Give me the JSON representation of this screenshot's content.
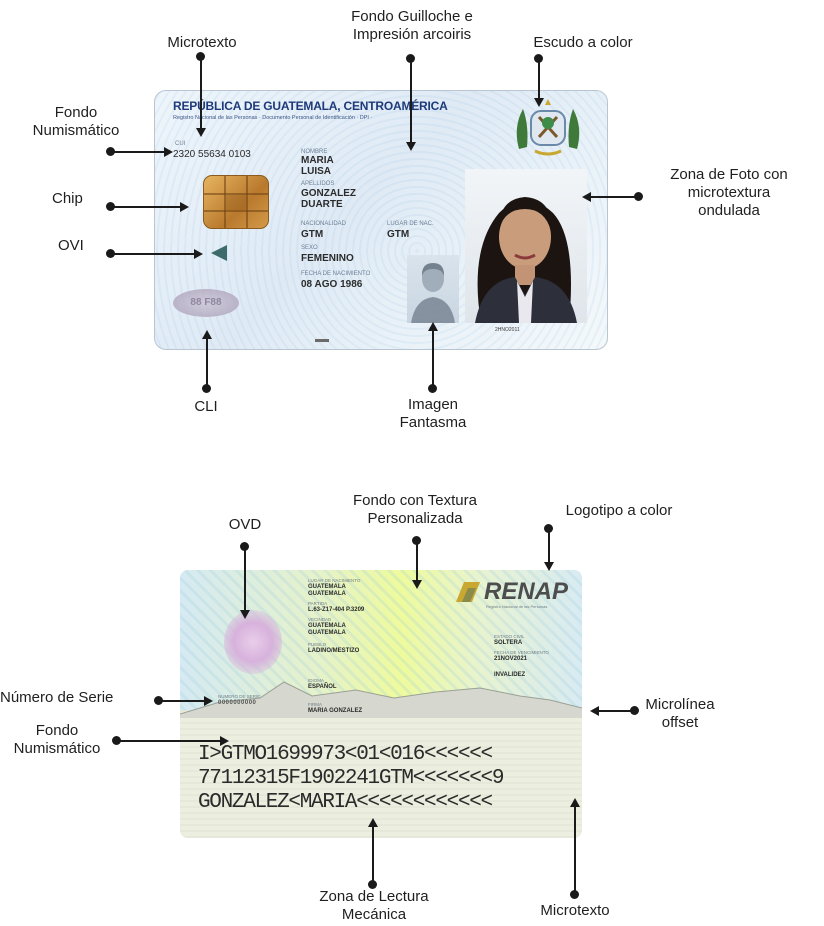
{
  "front_labels": {
    "microtexto_top": "Microtexto",
    "guilloche": [
      "Fondo Guilloche e",
      "Impresión arcoiris"
    ],
    "escudo": "Escudo a color",
    "fondo_numismatico": [
      "Fondo",
      "Numismático"
    ],
    "chip": "Chip",
    "ovi": "OVI",
    "zona_foto": [
      "Zona de Foto con",
      "microtextura",
      "ondulada"
    ],
    "cli": "CLI",
    "imagen_fantasma": [
      "Imagen",
      "Fantasma"
    ]
  },
  "front_card": {
    "header": "REPÚBLICA DE GUATEMALA, CENTROAMÉRICA",
    "subheader": "Registro Nacional de las Personas · Documento Personal de Identificación · DPI ·",
    "cui": "2320 55634 0103",
    "nombre": [
      "MARIA",
      "LUISA"
    ],
    "apellidos": [
      "GONZALEZ",
      "DUARTE"
    ],
    "nacionalidad": "GTM",
    "lugar": "GTM",
    "sexo": "FEMENINO",
    "fecha_nacimiento": "08 AGO 1986",
    "cli_text": "88 F88",
    "photo_number": "2HNO2011"
  },
  "back_labels": {
    "ovd": "OVD",
    "textura": [
      "Fondo con Textura",
      "Personalizada"
    ],
    "logotipo": "Logotipo a color",
    "numero_serie": "Número de Serie",
    "fondo_numismatico": [
      "Fondo",
      "Numismático"
    ],
    "microlinea": [
      "Microlínea",
      "offset"
    ],
    "zona_lectura": [
      "Zona de Lectura",
      "Mecánica"
    ],
    "microtexto_bottom": "Microtexto"
  },
  "back_card": {
    "logo": "RENAP",
    "fields_left": [
      "GUATEMALA",
      "GUATEMALA",
      "L.63-Z17-404 P.3209",
      "GUATEMALA",
      "GUATEMALA",
      "LADINO/MESTIZO",
      "ESPAÑOL",
      "MARIA GONZALEZ"
    ],
    "fields_right": [
      "SOLTERA",
      "21NOV2021",
      "INVALIDEZ"
    ],
    "serie": "0000000000",
    "mrz": [
      "I>GTMO1699973<01<016<<<<<<",
      "77112315F1902241GTM<<<<<<<9",
      "GONZALEZ<MARIA<<<<<<<<<<<<"
    ]
  }
}
